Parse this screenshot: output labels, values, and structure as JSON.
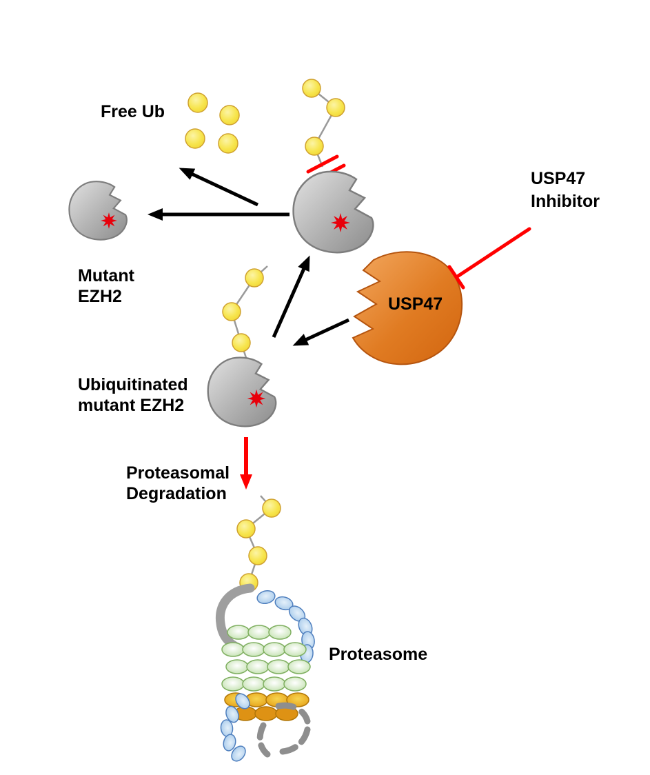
{
  "figure": {
    "type": "pathway-diagram",
    "background": "#FFFFFF"
  },
  "labels": {
    "free_ub": "Free Ub",
    "mutant_ezh2_line1": "Mutant",
    "mutant_ezh2_line2": "EZH2",
    "usp47_enzyme": "USP47",
    "usp47_inhibitor_line1": "USP47",
    "usp47_inhibitor_line2": "Inhibitor",
    "ubiquitinated_line1": "Ubiquitinated",
    "ubiquitinated_line2": "mutant EZH2",
    "degradation_line1": "Proteasomal",
    "degradation_line2": "Degradation",
    "proteasome": "Proteasome"
  },
  "colors": {
    "ubiquitin_yellow": "#F2DC3E",
    "ezh2_gray": "#ADADAD",
    "mutation_star_red": "#E8000B",
    "usp47_orange": "#E07B22",
    "inhibitor_red": "#FF0000",
    "arrow_black": "#000000",
    "degradation_arrow_red": "#FF0000",
    "proteasome_green": "#BBDCA2",
    "proteasome_gold": "#E8A714",
    "proteasome_blue": "#9CC3E8",
    "degraded_peptide_gray": "#8E8E8E"
  }
}
